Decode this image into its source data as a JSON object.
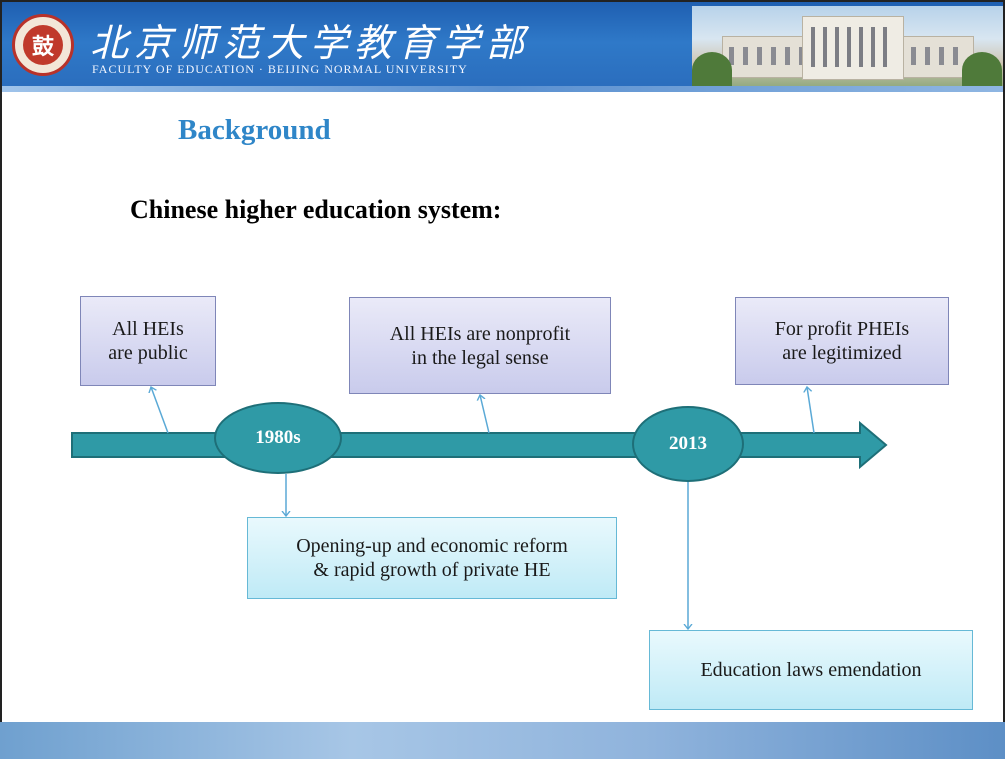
{
  "header": {
    "logo_char": "鼓",
    "university_cn": "北京师范大学教育学部",
    "university_en": "FACULTY OF EDUCATION · BEIJING NORMAL UNIVERSITY"
  },
  "slide": {
    "title": "Background",
    "subtitle": "Chinese higher education system:"
  },
  "timeline": {
    "nodes": [
      {
        "label": "1980s"
      },
      {
        "label": "2013"
      }
    ],
    "boxes": {
      "all_heis_public": "All HEIs\nare public",
      "all_heis_nonprofit": "All HEIs are nonprofit\nin the legal sense",
      "for_profit_pheis": "For profit PHEIs\nare legitimized",
      "opening_up": "Opening-up and economic reform\n& rapid growth of private HE",
      "education_laws": "Education laws emendation"
    }
  },
  "colors": {
    "title": "#2f86c8",
    "arrow": "#2f9aa6",
    "arrow_border": "#1e6f78",
    "connector": "#5aa9d6",
    "box_purple": "#c9cbec",
    "box_cyan": "#bfeaf6"
  }
}
